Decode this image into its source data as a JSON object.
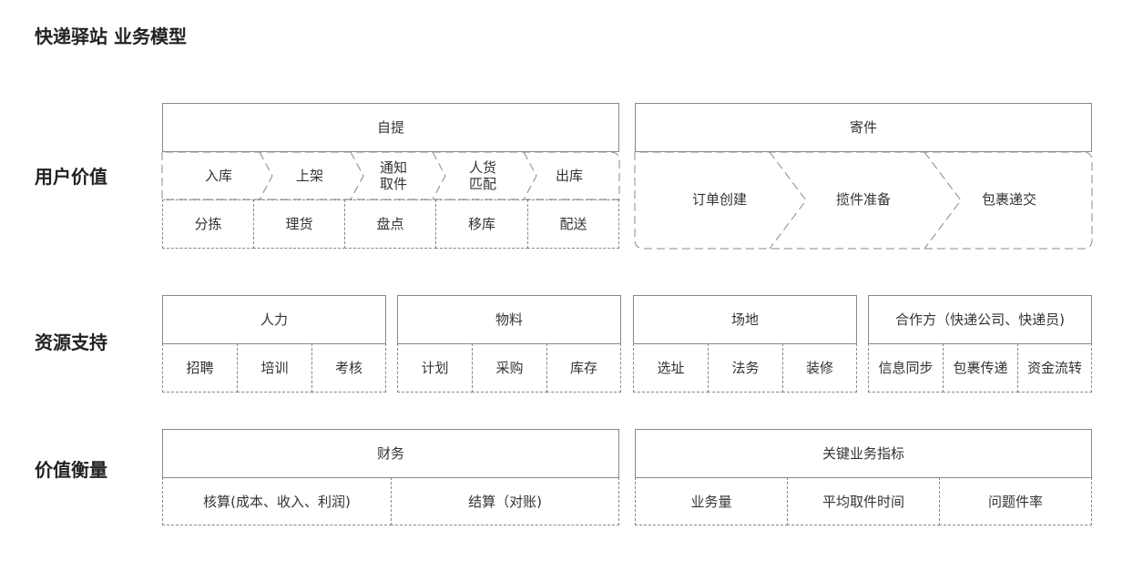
{
  "title": "快递驿站 业务模型",
  "rows": {
    "user_value": "用户价值",
    "resources": "资源支持",
    "value_measure": "价值衡量"
  },
  "user_value": {
    "pickup": {
      "header": "自提",
      "flow": [
        "入库",
        "上架",
        "通知\n取件",
        "人货\n匹配",
        "出库"
      ],
      "ops": [
        "分拣",
        "理货",
        "盘点",
        "移库",
        "配送"
      ]
    },
    "send": {
      "header": "寄件",
      "flow": [
        "订单创建",
        "揽件准备",
        "包裹递交"
      ]
    }
  },
  "resources": [
    {
      "header": "人力",
      "items": [
        "招聘",
        "培训",
        "考核"
      ]
    },
    {
      "header": "物料",
      "items": [
        "计划",
        "采购",
        "库存"
      ]
    },
    {
      "header": "场地",
      "items": [
        "选址",
        "法务",
        "装修"
      ]
    },
    {
      "header": "合作方（快递公司、快递员)",
      "items": [
        "信息同步",
        "包裹传递",
        "资金流转"
      ]
    }
  ],
  "value_measure": {
    "finance": {
      "header": "财务",
      "items": [
        "核算(成本、收入、利润)",
        "结算（对账)"
      ]
    },
    "kpi": {
      "header": "关键业务指标",
      "items": [
        "业务量",
        "平均取件时间",
        "问题件率"
      ]
    }
  }
}
